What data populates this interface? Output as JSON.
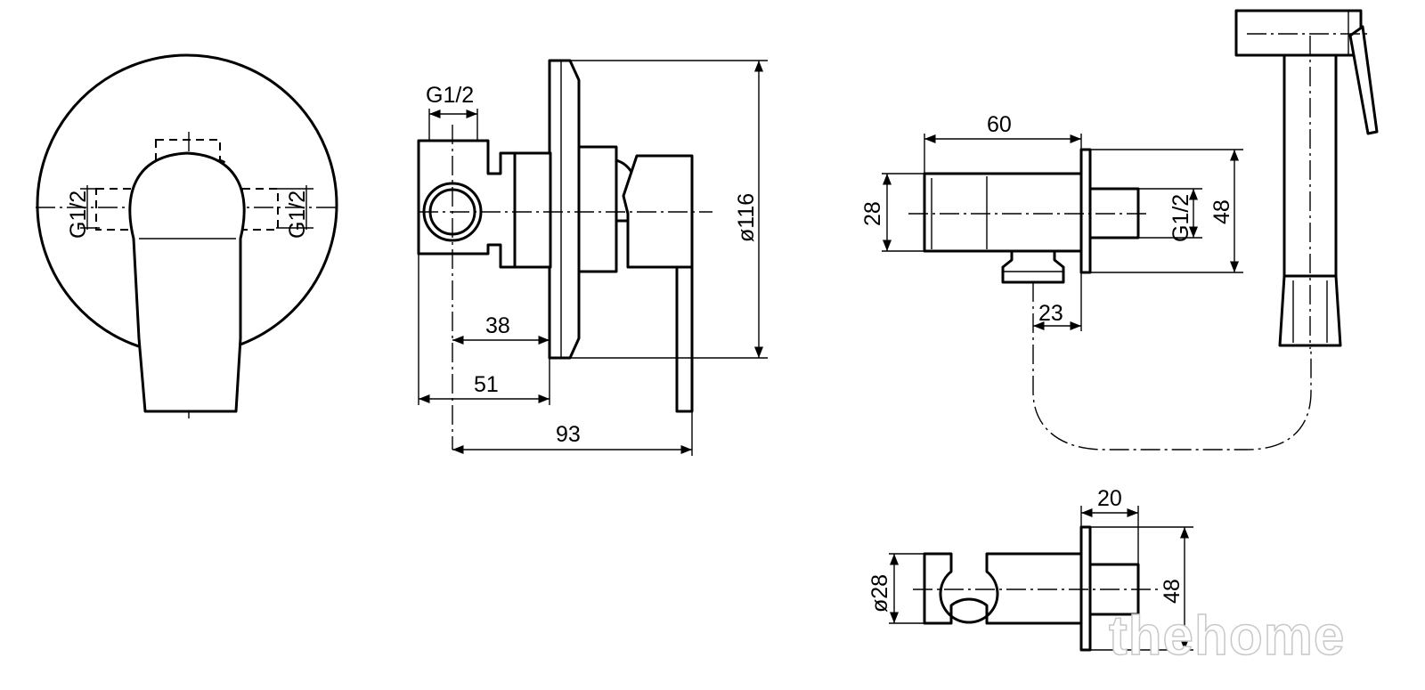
{
  "dimensions": {
    "front_view": {
      "left_thread": "G1/2",
      "right_thread": "G1/2"
    },
    "side_view": {
      "inlet_thread": "G1/2",
      "d38": "38",
      "d51": "51",
      "d93": "93",
      "d116": "ø116"
    },
    "outlet_view": {
      "d60": "60",
      "d28": "28",
      "thread": "G1/2",
      "d48": "48",
      "d23": "23"
    },
    "holder_view": {
      "d20": "20",
      "dia28": "ø28",
      "d48": "48"
    }
  },
  "watermark": "thehome",
  "colors": {
    "line": "#000000",
    "background": "#ffffff",
    "watermark_outline": "#c8c8c8"
  }
}
